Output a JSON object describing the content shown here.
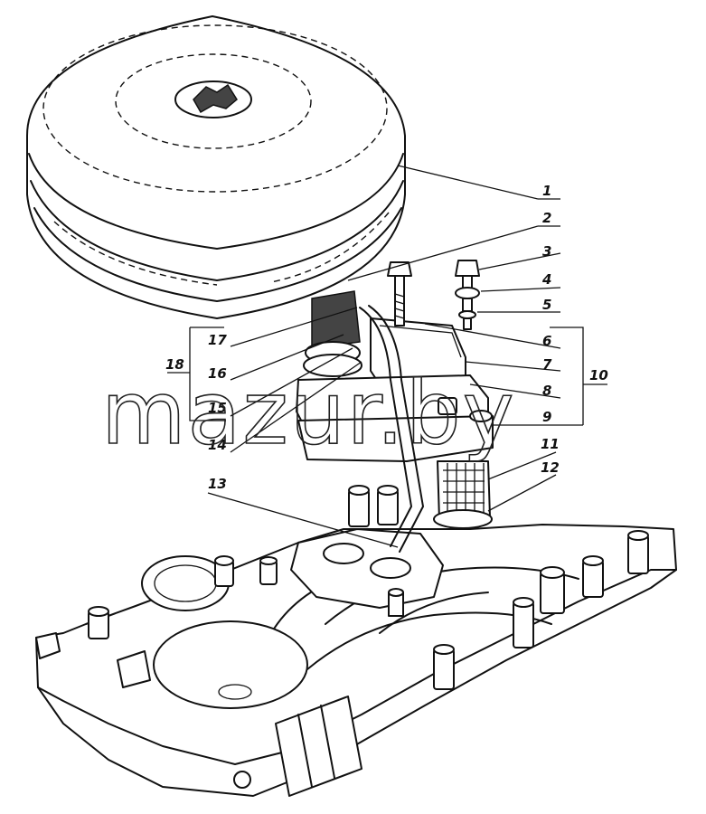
{
  "diagram": {
    "watermark": "mazur.by",
    "callouts": [
      "1",
      "2",
      "3",
      "4",
      "5",
      "6",
      "7",
      "8",
      "9",
      "10",
      "11",
      "12",
      "13",
      "14",
      "15",
      "16",
      "17",
      "18"
    ]
  }
}
